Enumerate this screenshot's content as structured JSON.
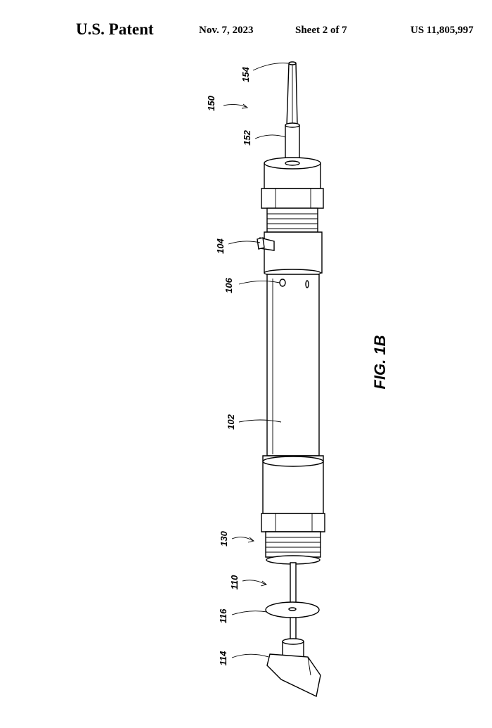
{
  "header": {
    "left": "U.S. Patent",
    "date": "Nov. 7, 2023",
    "sheet": "Sheet 2 of 7",
    "patent_number": "US 11,805,997"
  },
  "figure": {
    "label": "FIG. 1B",
    "references": {
      "r154": "154",
      "r150": "150",
      "r152": "152",
      "r104": "104",
      "r106": "106",
      "r102": "102",
      "r130": "130",
      "r110": "110",
      "r116": "116",
      "r114": "114"
    }
  }
}
